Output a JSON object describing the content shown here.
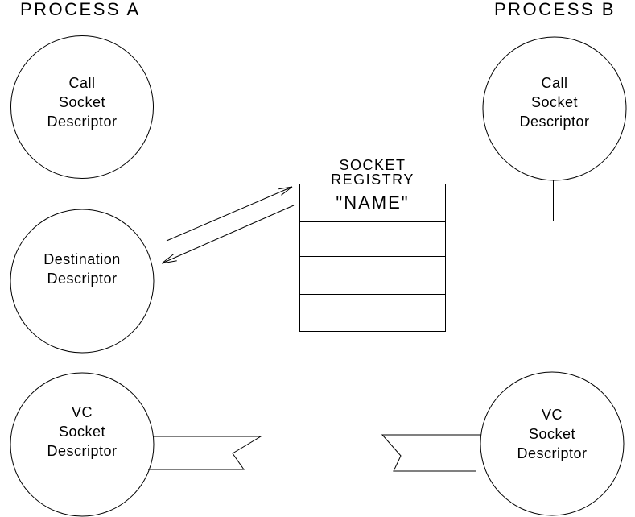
{
  "diagram": {
    "background_color": "#ffffff",
    "line_color": "#000000",
    "process_a": {
      "title": "PROCESS A"
    },
    "process_b": {
      "title": "PROCESS B"
    },
    "circles": {
      "call_a": {
        "lines": [
          "Call",
          "Socket",
          "Descriptor"
        ]
      },
      "call_b": {
        "lines": [
          "Call",
          "Socket",
          "Descriptor"
        ]
      },
      "destination": {
        "lines": [
          "Destination",
          "Descriptor"
        ]
      },
      "vc_a": {
        "lines": [
          "VC",
          "Socket",
          "Descriptor"
        ]
      },
      "vc_b": {
        "lines": [
          "VC",
          "Socket",
          "Descriptor"
        ]
      }
    },
    "registry": {
      "title": "SOCKET REGISTRY",
      "rows": [
        "\"NAME\"",
        "",
        "",
        ""
      ],
      "row_count": 4
    }
  }
}
